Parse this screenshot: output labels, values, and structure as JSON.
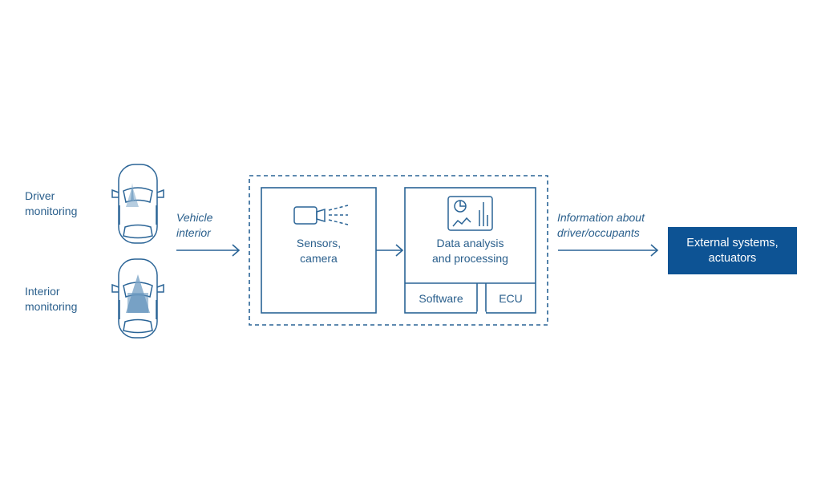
{
  "colors": {
    "line": "#2a6496",
    "text": "#2a5f8c",
    "beam": "#7aa4c7",
    "accent_box": "#0d5394"
  },
  "inputs": {
    "driver_monitoring": "Driver\nmonitoring",
    "interior_monitoring": "Interior\nmonitoring",
    "vehicle_interior": "Vehicle\ninterior"
  },
  "processing": {
    "sensors_label": "Sensors,\ncamera",
    "analysis_label": "Data analysis\nand processing",
    "software_label": "Software",
    "ecu_label": "ECU"
  },
  "output": {
    "info_label": "Information about\ndriver/occupants",
    "external_label": "External systems,\nactuators"
  },
  "icons": [
    "car-top-view-icon",
    "camera-icon",
    "dashboard-chart-icon",
    "arrow-right-icon"
  ]
}
